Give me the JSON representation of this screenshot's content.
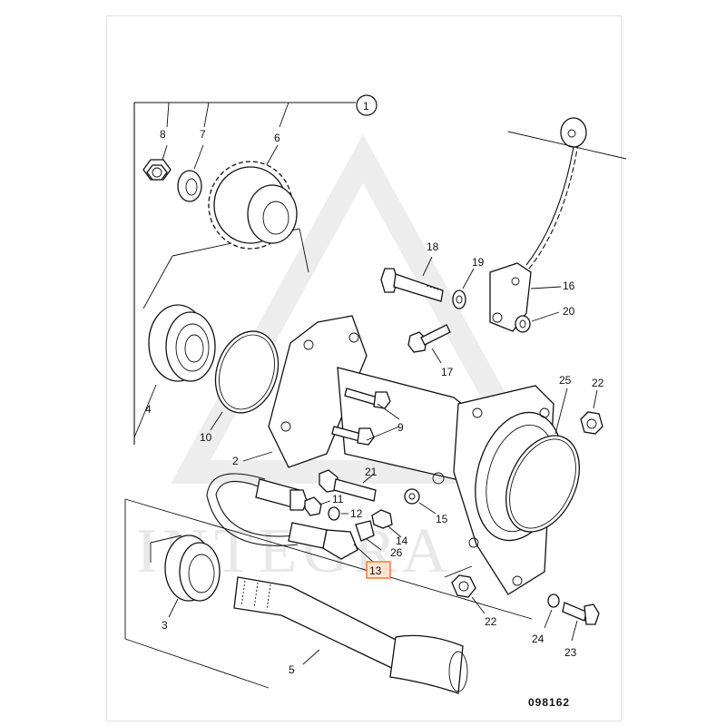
{
  "drawing": {
    "ref_number": "098162",
    "watermark_text": "INTEGRA",
    "highlight_color": "#f0742c",
    "callouts": [
      {
        "id": "c1",
        "label": "1"
      },
      {
        "id": "c2",
        "label": "2"
      },
      {
        "id": "c3",
        "label": "3"
      },
      {
        "id": "c4",
        "label": "4"
      },
      {
        "id": "c5",
        "label": "5"
      },
      {
        "id": "c6",
        "label": "6"
      },
      {
        "id": "c7",
        "label": "7"
      },
      {
        "id": "c8",
        "label": "8"
      },
      {
        "id": "c9",
        "label": "9"
      },
      {
        "id": "c10",
        "label": "10"
      },
      {
        "id": "c11",
        "label": "11"
      },
      {
        "id": "c12",
        "label": "12"
      },
      {
        "id": "c13",
        "label": "13",
        "highlighted": true
      },
      {
        "id": "c14",
        "label": "14"
      },
      {
        "id": "c15",
        "label": "15"
      },
      {
        "id": "c16",
        "label": "16"
      },
      {
        "id": "c17",
        "label": "17"
      },
      {
        "id": "c18",
        "label": "18"
      },
      {
        "id": "c19",
        "label": "19"
      },
      {
        "id": "c20",
        "label": "20"
      },
      {
        "id": "c21",
        "label": "21"
      },
      {
        "id": "c22a",
        "label": "22"
      },
      {
        "id": "c22b",
        "label": "22"
      },
      {
        "id": "c23",
        "label": "23"
      },
      {
        "id": "c24",
        "label": "24"
      },
      {
        "id": "c25",
        "label": "25"
      },
      {
        "id": "c26",
        "label": "26"
      }
    ]
  }
}
